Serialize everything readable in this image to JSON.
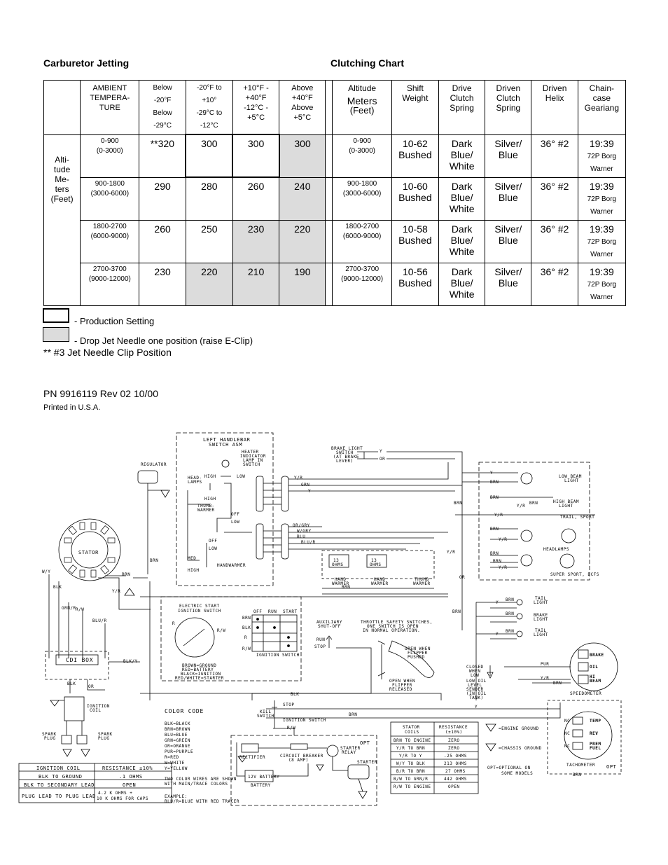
{
  "headings": {
    "carburetor_jetting": "Carburetor Jetting",
    "clutching_chart": "Clutching Chart"
  },
  "jetting": {
    "ambient_header": "AMBIENT TEMPERA- TURE",
    "temp_headers": [
      [
        "Below",
        "-20°F",
        "Below",
        "-29°C"
      ],
      [
        "-20°F to",
        "+10°",
        "-29°C to",
        "-12°C"
      ],
      [
        "+10°F -",
        "+40°F",
        "-12°C -",
        "+5°C"
      ],
      [
        "Above",
        "+40°F",
        "Above",
        "+5°C"
      ]
    ],
    "altitude_label": [
      "Alti-",
      "tude",
      "Me-",
      "ters",
      "(Feet)"
    ],
    "rows": [
      {
        "alt_m": "0-900",
        "alt_ft": "(0-3000)",
        "jets": [
          "**320",
          "300",
          "300",
          "300"
        ]
      },
      {
        "alt_m": "900-1800",
        "alt_ft": "(3000-6000)",
        "jets": [
          "290",
          "280",
          "260",
          "240"
        ]
      },
      {
        "alt_m": "1800-2700",
        "alt_ft": "(6000-9000)",
        "jets": [
          "260",
          "250",
          "230",
          "220"
        ]
      },
      {
        "alt_m": "2700-3700",
        "alt_ft": "(9000-12000)",
        "jets": [
          "230",
          "220",
          "210",
          "190"
        ]
      }
    ]
  },
  "clutching": {
    "headers": {
      "altitude": "Altitude",
      "meters": "Meters",
      "feet": "(Feet)",
      "shift_weight": [
        "Shift",
        "Weight"
      ],
      "drive_spring": [
        "Drive",
        "Clutch",
        "Spring"
      ],
      "driven_spring": [
        "Driven",
        "Clutch",
        "Spring"
      ],
      "driven_helix": [
        "Driven",
        "Helix"
      ],
      "chaincase": [
        "Chain-",
        "case",
        "Geariang"
      ]
    },
    "rows": [
      {
        "alt_m": "0-900",
        "alt_ft": "(0-3000)",
        "weight": [
          "10-62",
          "Bushed"
        ],
        "drive": [
          "Dark",
          "Blue/",
          "White"
        ],
        "driven": [
          "Silver/",
          "Blue"
        ],
        "helix": "36° #2",
        "gear": "19:39",
        "gear_sub": [
          "72P Borg",
          "Warner"
        ]
      },
      {
        "alt_m": "900-1800",
        "alt_ft": "(3000-6000)",
        "weight": [
          "10-60",
          "Bushed"
        ],
        "drive": [
          "Dark",
          "Blue/",
          "White"
        ],
        "driven": [
          "Silver/",
          "Blue"
        ],
        "helix": "36° #2",
        "gear": "19:39",
        "gear_sub": [
          "72P Borg",
          "Warner"
        ]
      },
      {
        "alt_m": "1800-2700",
        "alt_ft": "(6000-9000)",
        "weight": [
          "10-58",
          "Bushed"
        ],
        "drive": [
          "Dark",
          "Blue/",
          "White"
        ],
        "driven": [
          "Silver/",
          "Blue"
        ],
        "helix": "36° #2",
        "gear": "19:39",
        "gear_sub": [
          "72P Borg",
          "Warner"
        ]
      },
      {
        "alt_m": "2700-3700",
        "alt_ft": "(9000-12000)",
        "weight": [
          "10-56",
          "Bushed"
        ],
        "drive": [
          "Dark",
          "Blue/",
          "White"
        ],
        "driven": [
          "Silver/",
          "Blue"
        ],
        "helix": "36° #2",
        "gear": "19:39",
        "gear_sub": [
          "72P Borg",
          "Warner"
        ]
      }
    ]
  },
  "legend": {
    "production": "- Production Setting",
    "drop": "- Drop Jet Needle one position (raise E-Clip)",
    "clip": "**  #3 Jet Needle Clip Position"
  },
  "part_number": "PN 9916119 Rev 02 10/00",
  "printed": "Printed in U.S.A.",
  "colors": {
    "shade": "#dcdcdc",
    "ink": "#000000"
  },
  "diagram": {
    "left_handlebar_title": [
      "LEFT HANDLEBAR",
      "SWITCH ASM"
    ],
    "heater_lamp": [
      "HEATER",
      "INDICATOR",
      "LAMP IN",
      "SWITCH"
    ],
    "headlamps_sw": [
      "HEAD-",
      "LAMPS"
    ],
    "high": "HIGH",
    "low": "LOW",
    "off": "OFF",
    "thumbwarmer": [
      "THUMB-",
      "WARMER"
    ],
    "med": "MED",
    "handwarmer": "HANDWARMER",
    "regulator": "REGULATOR",
    "stator": "STATOR",
    "brake_switch": [
      "BRAKE LIGHT",
      "SWITCH",
      "(AT BRAKE",
      "LEVER)"
    ],
    "low_beam": [
      "LOW BEAM",
      "LIGHT"
    ],
    "high_beam": [
      "HIGH BEAM",
      "LIGHT"
    ],
    "trail_sport": "TRAIL, SPORT",
    "headlamps": "HEADLAMPS",
    "super_sport": "SUPER SPORT, DCFS",
    "tail_light": [
      "TAIL",
      "LIGHT"
    ],
    "brake_light": [
      "BRAKE",
      "LIGHT"
    ],
    "ohms_13": [
      "13",
      "OHMS"
    ],
    "hand_warmer": [
      "HAND",
      "WARMER"
    ],
    "thumb_warmer": [
      "THUMB",
      "WARMER"
    ],
    "elec_start": [
      "ELECTRIC START",
      "IGNITION SWITCH"
    ],
    "ign_labels": [
      "OFF",
      "RUN",
      "START"
    ],
    "ignition_switch": "IGNITION SWITCH",
    "ground_notes": [
      "BROWN=GROUND",
      "RED=BATTERY",
      "BLACK=IGNITION",
      "RED/WHITE=STARTER"
    ],
    "aux_shutoff": [
      "AUXILIARY",
      "SHUT-OFF"
    ],
    "run": "RUN",
    "stop": "STOP",
    "throttle": [
      "THROTTLE SAFETY SWITCHES,",
      "ONE SWITCH IS OPEN",
      "IN NORMAL OPERATION."
    ],
    "open_pushed": [
      "OPEN WHEN",
      "FLIPPER",
      "PUSHED"
    ],
    "open_released": [
      "OPEN WHEN",
      "FLIPPER",
      "RELEASED"
    ],
    "oil_sender": [
      "CLOSED",
      "WHEN",
      "LOW",
      "LOW OIL",
      "LEVEL",
      "SENDER",
      "(IN OIL",
      "TANK)"
    ],
    "speedometer": "SPEEDOMETER",
    "tachometer": "TACHOMETER",
    "gauge_labels": [
      "BRAKE",
      "OIL",
      "HI",
      "BEAM",
      "TEMP",
      "REV",
      "PREM",
      "FUEL",
      "NC",
      "NC",
      "NC"
    ],
    "cdi_box": "CDI BOX",
    "ignition_coil": [
      "IGNITION",
      "COIL"
    ],
    "spark_plug": [
      "SPARK",
      "PLUG"
    ],
    "color_code_title": "COLOR CODE",
    "color_code": [
      "BLK=BLACK",
      "BRN=BROWN",
      "BLU=BLUE",
      "GRN=GREEN",
      "OR=ORANGE",
      "PUR=PURPLE",
      "R=RED",
      "W=WHITE",
      "Y=YELLOW"
    ],
    "two_color": [
      "TWO COLOR WIRES ARE SHOWN",
      "WITH MAIN/TRACE COLORS"
    ],
    "example": [
      "EXAMPLE:",
      "BLU/R=BLUE WITH RED TRACER"
    ],
    "kill_switch": [
      "KILL",
      "SWITCH"
    ],
    "opt": "OPT",
    "rectifier": "RECTIFIER",
    "circuit_breaker": [
      "CIRCUIT BREAKER",
      "(8 AMP)"
    ],
    "starter_relay": [
      "STARTER",
      "RELAY"
    ],
    "starter": "STARTER",
    "battery": [
      "12V BATTERY",
      "BATTERY"
    ],
    "engine_ground": "=ENGINE GROUND",
    "chassis_ground": "=CHASSIS GROUND",
    "opt_note": [
      "OPT=OPTIONAL ON",
      "SOME MODELS"
    ],
    "wire_labels": [
      "Y",
      "OR",
      "Y/R",
      "GRN",
      "OR/GRY",
      "W/GRY",
      "BLU",
      "BLU/R",
      "BRN",
      "BLK",
      "W/Y",
      "GRN/R",
      "R/W",
      "BLU/R",
      "BLK/Y",
      "R",
      "R/W",
      "PUR",
      "B/R",
      "Y/R",
      "BRN",
      "BRN",
      "W/R"
    ]
  },
  "ignition_coil_table": {
    "header": [
      "IGNITION COIL",
      "RESISTANCE ±10%"
    ],
    "rows": [
      [
        "BLK TO GROUND",
        ".1 OHMS"
      ],
      [
        "BLK TO SECONDARY LEAD",
        "OPEN"
      ],
      [
        "PLUG LEAD TO PLUG LEAD",
        "4.2 K OHMS +\n10 K OHMS FOR CAPS"
      ]
    ]
  },
  "stator_table": {
    "header": [
      "STATOR COILS",
      "RESISTANCE (±10%)"
    ],
    "rows": [
      [
        "BRN TO ENGINE",
        "ZERO"
      ],
      [
        "Y/R TO BRN",
        "ZERO"
      ],
      [
        "Y/R TO Y",
        ".25 OHMS"
      ],
      [
        "W/Y TO BLK",
        "213 OHMS"
      ],
      [
        "B/R TO BRN",
        "27 OHMS"
      ],
      [
        "B/W TO GRN/R",
        "442 OHMS"
      ],
      [
        "R/W TO ENGINE",
        "OPEN"
      ]
    ]
  }
}
